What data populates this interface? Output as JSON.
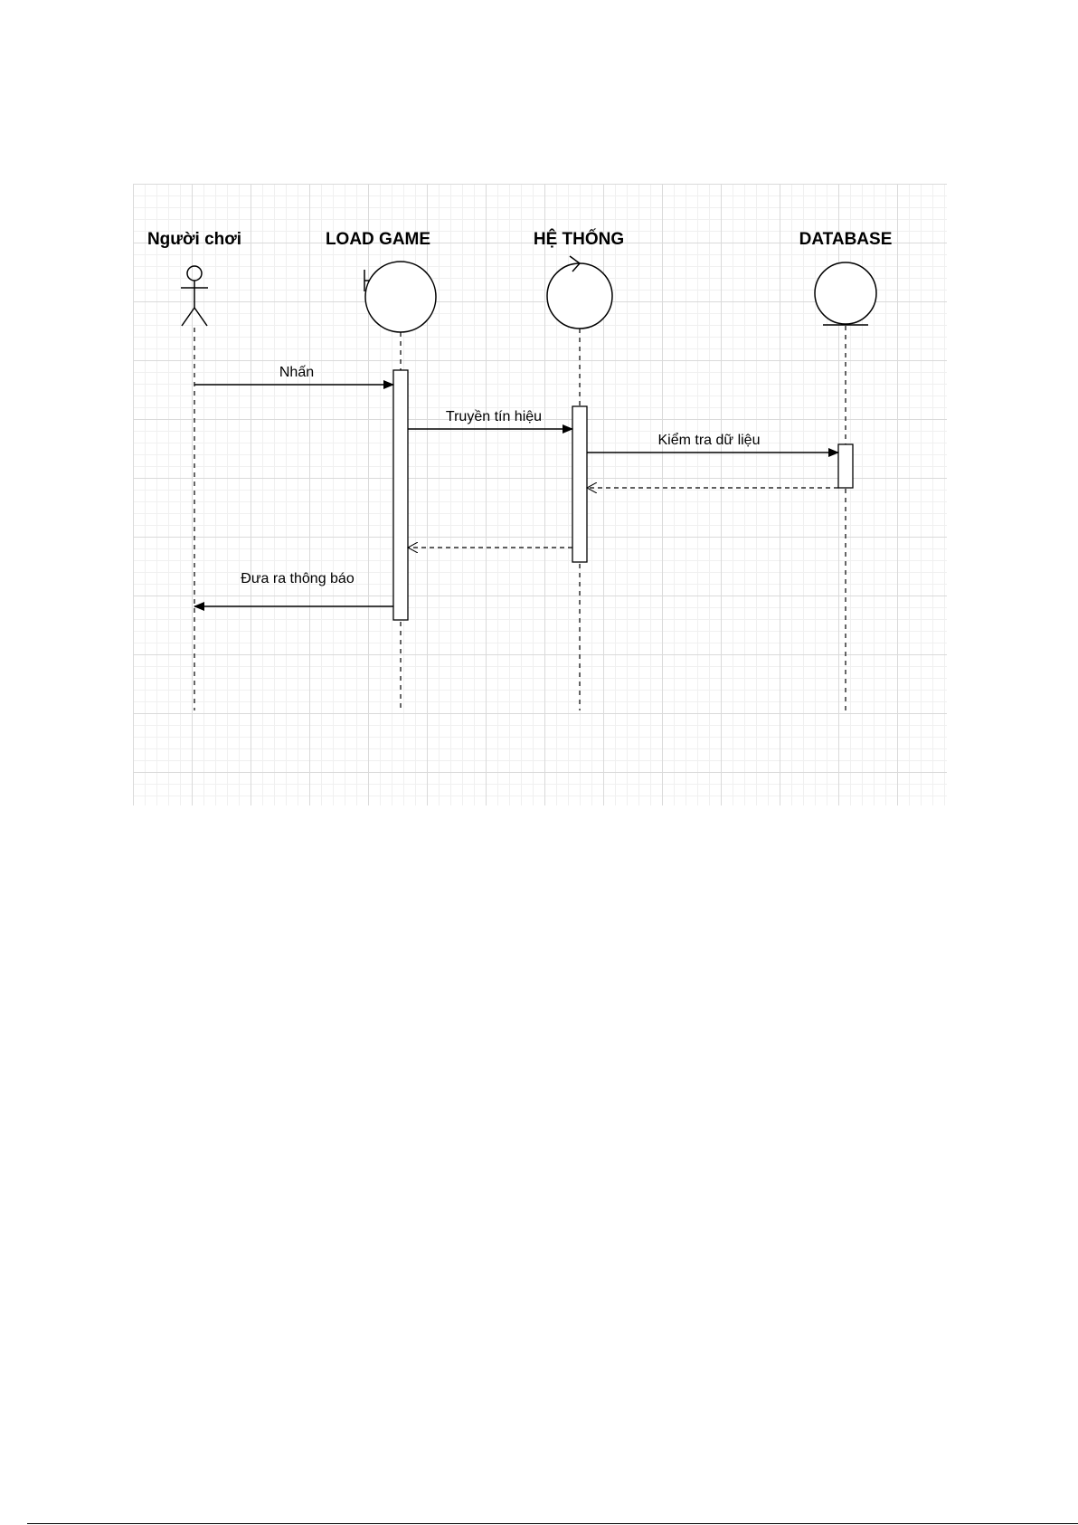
{
  "diagram": {
    "type": "sequence",
    "participants": [
      {
        "id": "player",
        "label": "Người chơi",
        "kind": "actor-icon"
      },
      {
        "id": "load_game",
        "label": "LOAD GAME",
        "kind": "boundary-icon"
      },
      {
        "id": "system",
        "label": "HỆ THỐNG",
        "kind": "control-icon"
      },
      {
        "id": "database",
        "label": "DATABASE",
        "kind": "entity-icon"
      }
    ],
    "messages": [
      {
        "from": "player",
        "to": "load_game",
        "label": "Nhấn",
        "style": "solid"
      },
      {
        "from": "load_game",
        "to": "system",
        "label": "Truyền tín hiệu",
        "style": "solid"
      },
      {
        "from": "system",
        "to": "database",
        "label": "Kiểm tra dữ liệu",
        "style": "solid"
      },
      {
        "from": "database",
        "to": "system",
        "label": "",
        "style": "dashed-return"
      },
      {
        "from": "system",
        "to": "load_game",
        "label": "",
        "style": "dashed-return"
      },
      {
        "from": "load_game",
        "to": "player",
        "label": "Đưa ra thông báo",
        "style": "solid"
      }
    ]
  },
  "colors": {
    "line": "#000000",
    "grid": "#dadada",
    "background": "#ffffff"
  }
}
